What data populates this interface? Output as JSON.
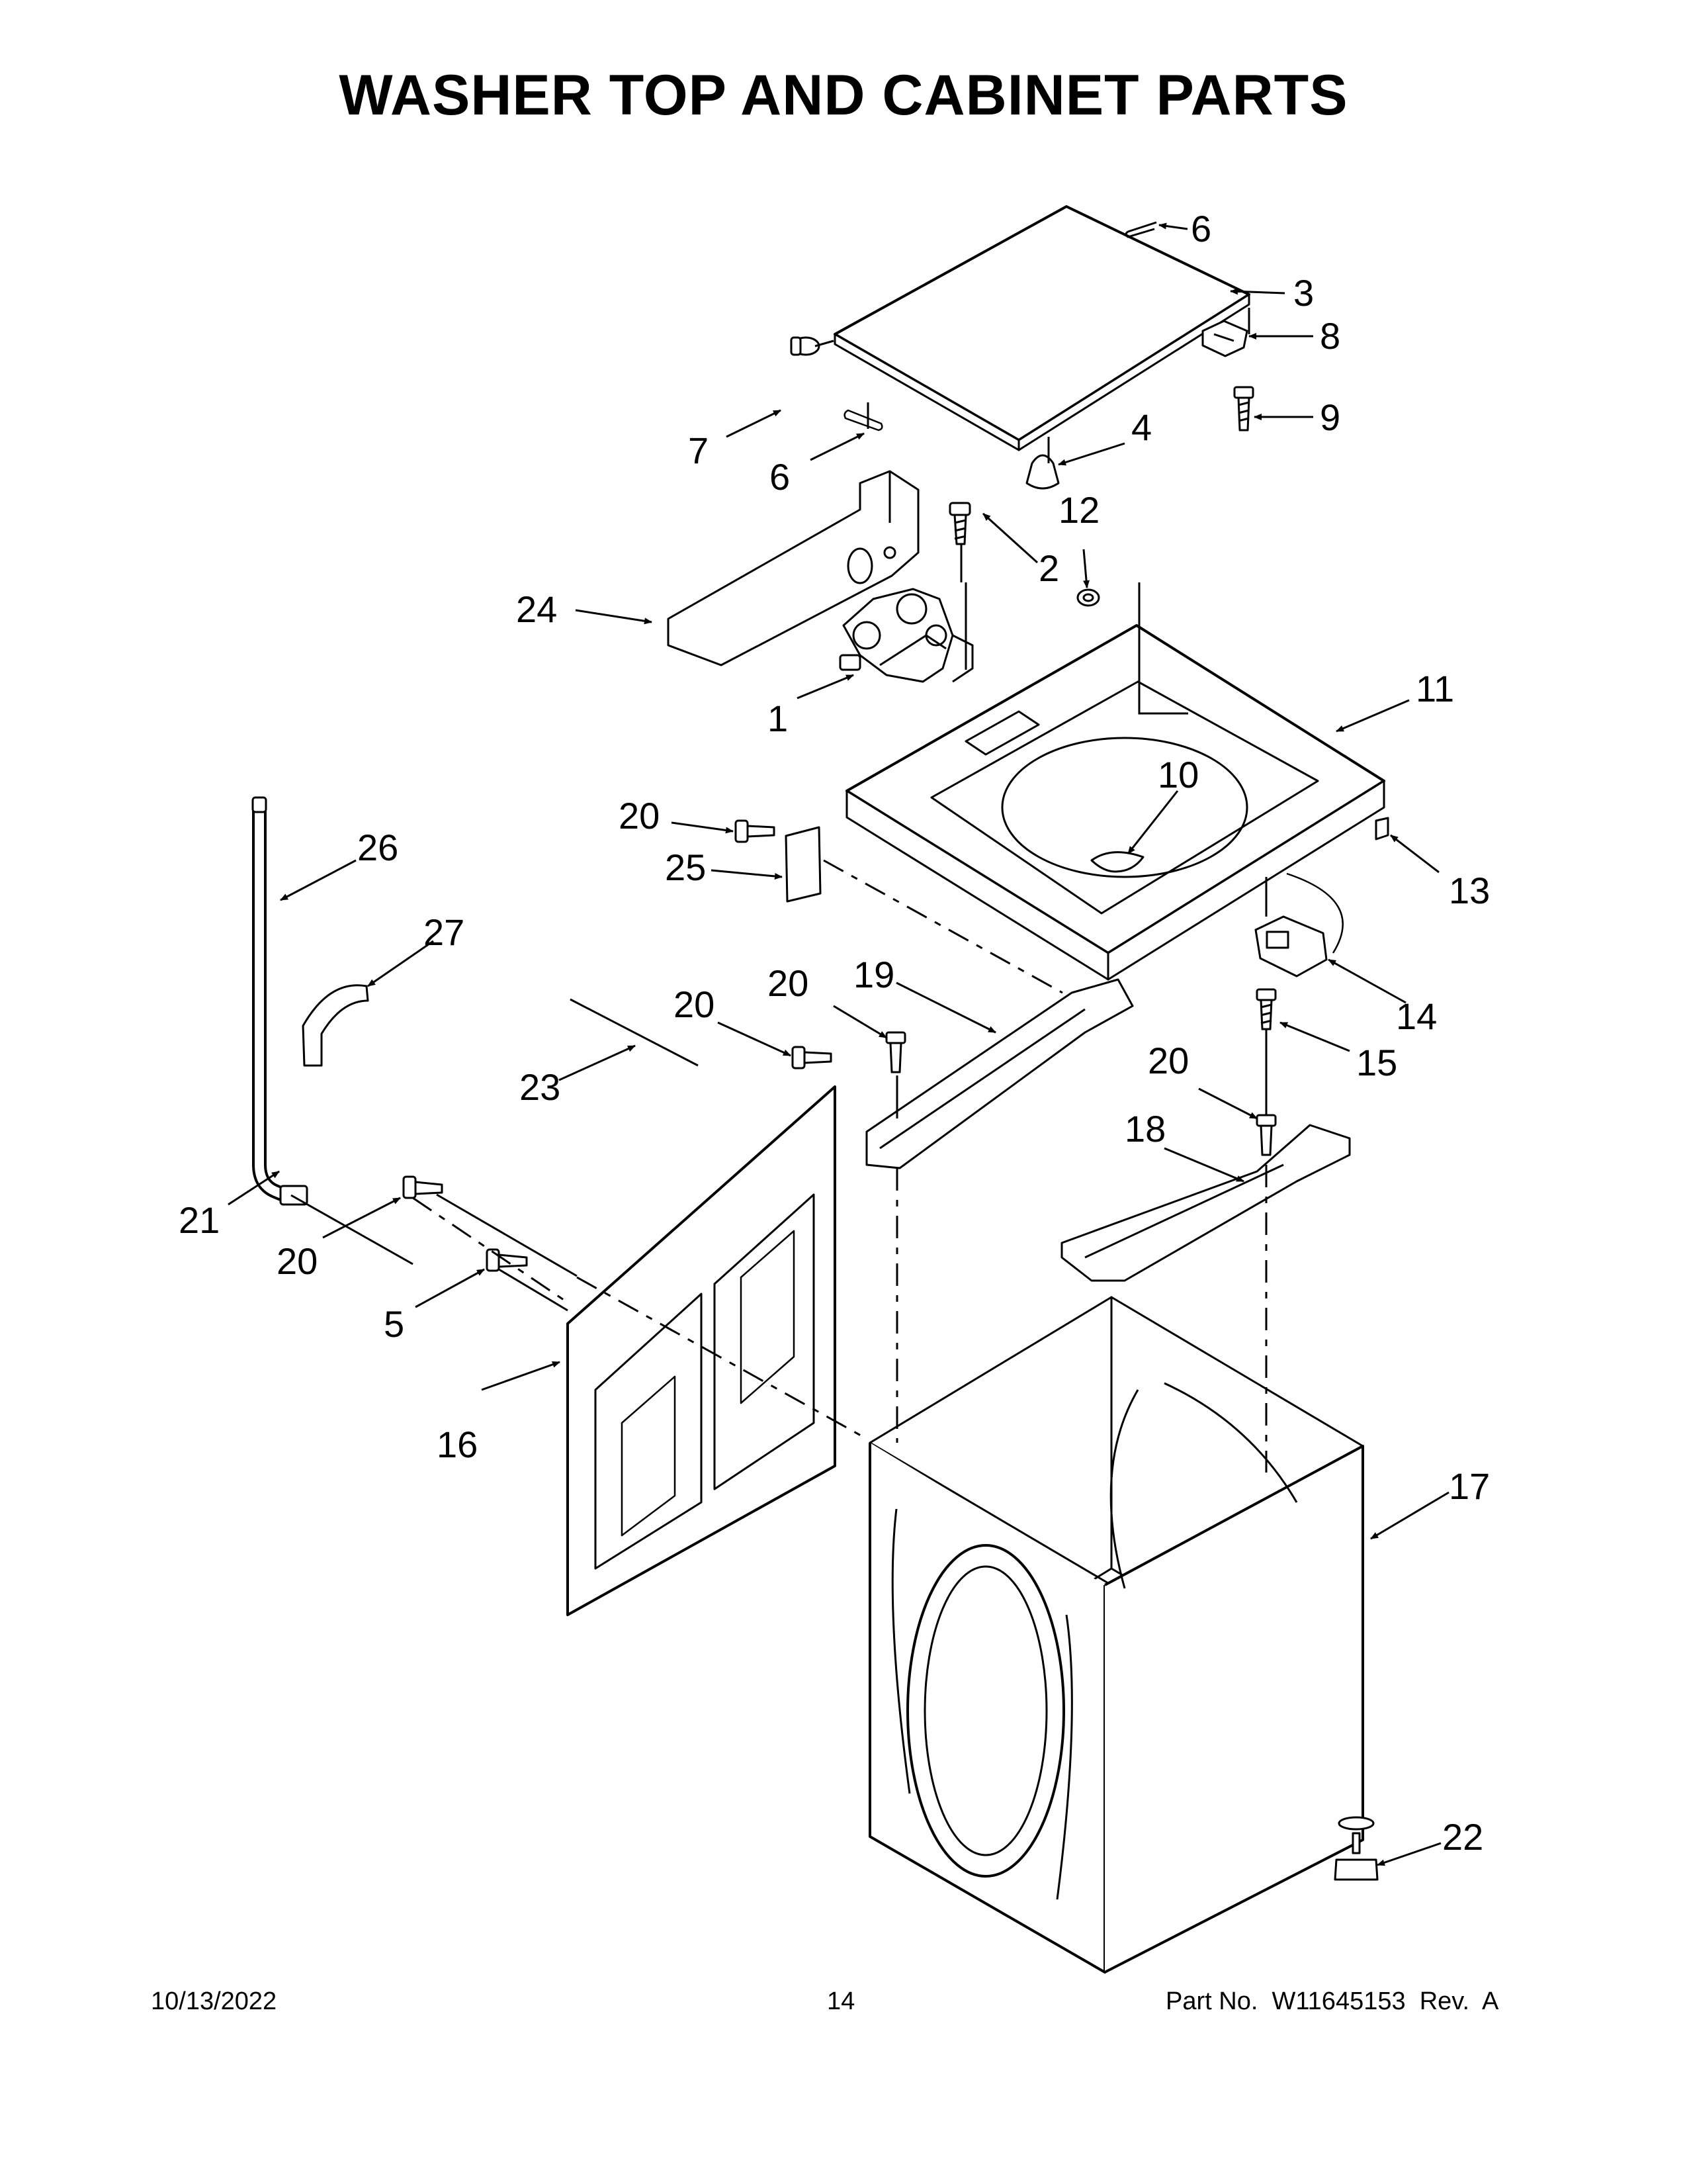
{
  "page": {
    "title": "WASHER TOP AND CABINET PARTS"
  },
  "callouts": [
    {
      "id": "c6a",
      "label": "6"
    },
    {
      "id": "c3",
      "label": "3"
    },
    {
      "id": "c8",
      "label": "8"
    },
    {
      "id": "c9",
      "label": "9"
    },
    {
      "id": "c7",
      "label": "7"
    },
    {
      "id": "c6b",
      "label": "6"
    },
    {
      "id": "c4",
      "label": "4"
    },
    {
      "id": "c12",
      "label": "12"
    },
    {
      "id": "c2",
      "label": "2"
    },
    {
      "id": "c24",
      "label": "24"
    },
    {
      "id": "c1",
      "label": "1"
    },
    {
      "id": "c11",
      "label": "11"
    },
    {
      "id": "c10",
      "label": "10"
    },
    {
      "id": "c20a",
      "label": "20"
    },
    {
      "id": "c25",
      "label": "25"
    },
    {
      "id": "c13",
      "label": "13"
    },
    {
      "id": "c26",
      "label": "26"
    },
    {
      "id": "c27",
      "label": "27"
    },
    {
      "id": "c19",
      "label": "19"
    },
    {
      "id": "c20b",
      "label": "20"
    },
    {
      "id": "c20c",
      "label": "20"
    },
    {
      "id": "c14",
      "label": "14"
    },
    {
      "id": "c15",
      "label": "15"
    },
    {
      "id": "c23",
      "label": "23"
    },
    {
      "id": "c20d",
      "label": "20"
    },
    {
      "id": "c18",
      "label": "18"
    },
    {
      "id": "c21",
      "label": "21"
    },
    {
      "id": "c20e",
      "label": "20"
    },
    {
      "id": "c5",
      "label": "5"
    },
    {
      "id": "c16",
      "label": "16"
    },
    {
      "id": "c17",
      "label": "17"
    },
    {
      "id": "c22",
      "label": "22"
    }
  ],
  "footer": {
    "date": "10/13/2022",
    "page_number": "14",
    "part_number": "Part No.  W11645153  Rev.  A"
  }
}
